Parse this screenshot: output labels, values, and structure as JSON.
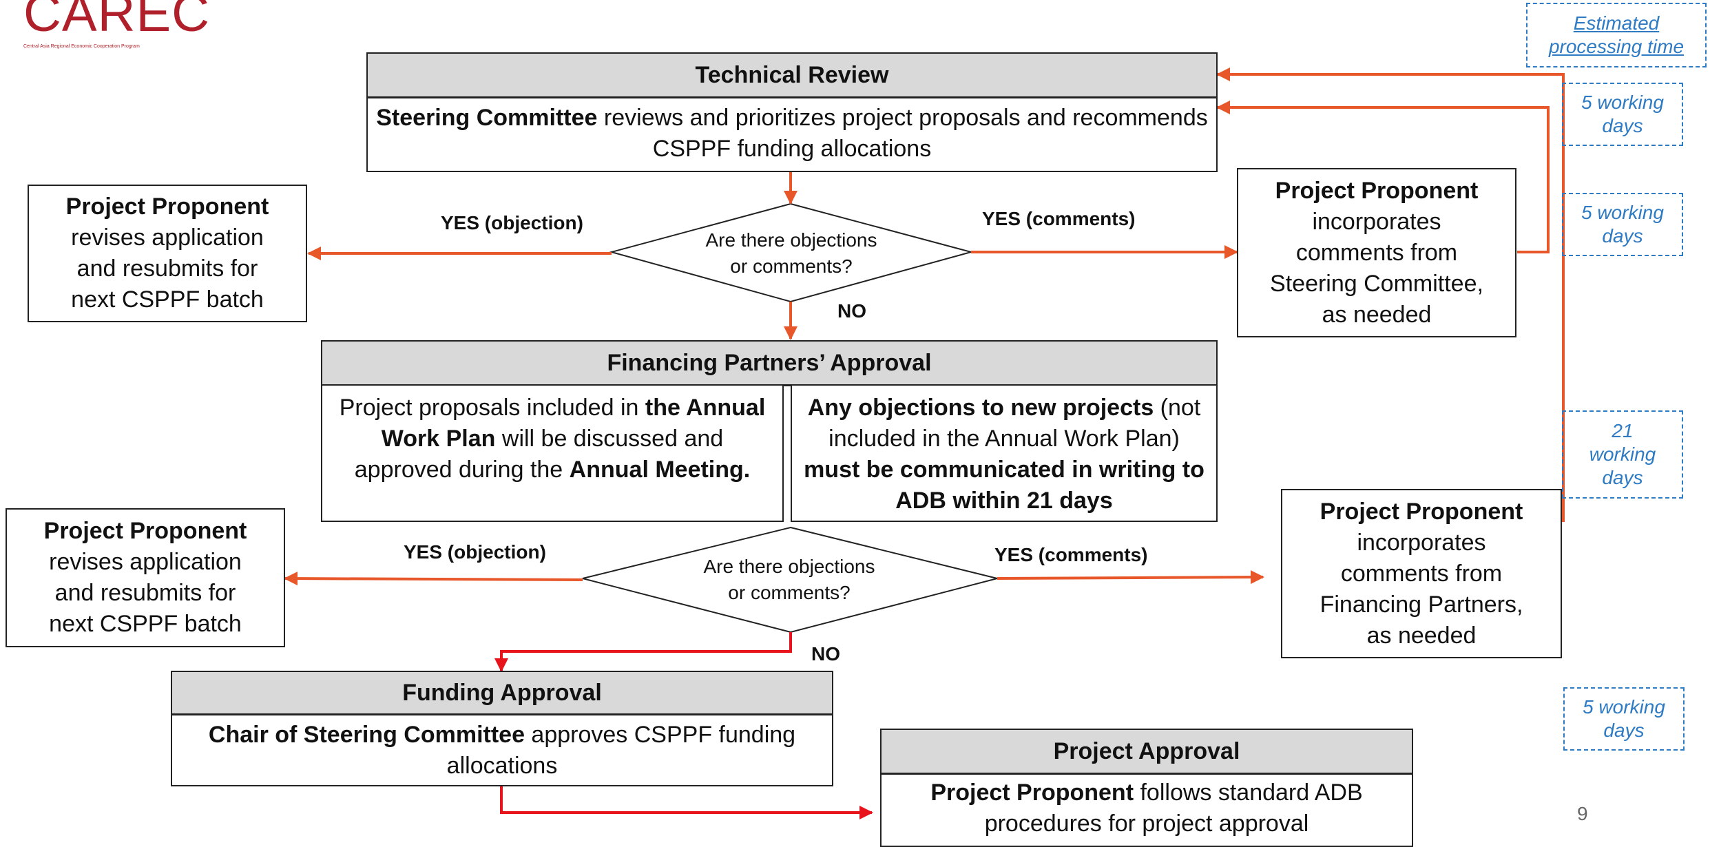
{
  "logo": {
    "word": "CAREC",
    "tagline": "Central Asia Regional Economic Cooperation Program"
  },
  "technical_review": {
    "title": "Technical Review",
    "body_bold": "Steering Committee",
    "body_rest": " reviews and prioritizes project proposals and recommends CSPPF funding allocations"
  },
  "decision1": {
    "line1": "Are there objections",
    "line2": "or comments?",
    "left_label": "YES (objection)",
    "right_label": "YES (comments)",
    "down_label": "NO"
  },
  "proponent_revise_1": {
    "title": "Project Proponent",
    "lines": [
      "revises application",
      "and resubmits for",
      "next CSPPF batch"
    ]
  },
  "proponent_incorporate_1": {
    "title": "Project Proponent",
    "lines": [
      "incorporates",
      "comments from",
      "Steering Committee,",
      "as needed"
    ]
  },
  "financing_approval": {
    "title": "Financing Partners’ Approval",
    "left_pre": "Project proposals included in ",
    "left_bold1": "the Annual Work Plan",
    "left_mid": " will be discussed and approved during the ",
    "left_bold2": "Annual Meeting.",
    "right_bold1": "Any objections to new projects",
    "right_mid": " (not included in the Annual Work Plan) ",
    "right_bold2": "must be communicated in writing to ADB within 21 days"
  },
  "decision2": {
    "line1": "Are there objections",
    "line2": "or comments?",
    "left_label": "YES (objection)",
    "right_label": "YES (comments)",
    "down_label": "NO"
  },
  "proponent_revise_2": {
    "title": "Project Proponent",
    "lines": [
      "revises application",
      "and resubmits for",
      "next CSPPF batch"
    ]
  },
  "proponent_incorporate_2": {
    "title": "Project Proponent",
    "lines": [
      "incorporates",
      "comments from",
      "Financing Partners,",
      "as needed"
    ]
  },
  "funding_approval": {
    "title": "Funding Approval",
    "body_bold": "Chair of Steering Committee",
    "body_rest": " approves CSPPF funding allocations"
  },
  "project_approval": {
    "title": "Project Approval",
    "body_bold": "Project Proponent",
    "body_rest": " follows standard ADB procedures for project approval"
  },
  "timeline": {
    "header": [
      "Estimated",
      "processing time"
    ],
    "t1": [
      "5 working",
      "days"
    ],
    "t2": [
      "5 working",
      "days"
    ],
    "t3": [
      "21",
      "working",
      "days"
    ],
    "t4": [
      "5 working",
      "days"
    ]
  },
  "page_number": "9",
  "colors": {
    "arrow_orange": "#e8572a",
    "arrow_red": "#e8141c",
    "time_blue": "#2e7bc4",
    "logo_red": "#b0202a",
    "header_gray": "#d9d9d9"
  }
}
